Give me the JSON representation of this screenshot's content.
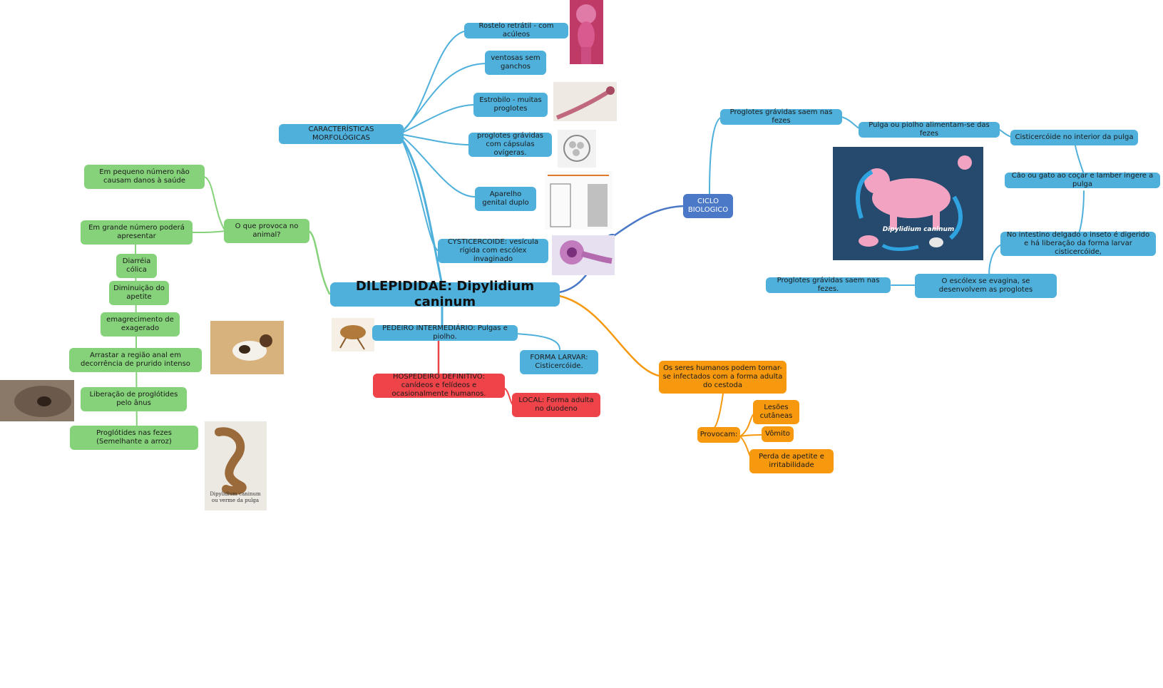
{
  "colors": {
    "blue": "#4fb0db",
    "green": "#86d27a",
    "orange": "#f6990f",
    "red": "#ee4449",
    "dark_blue": "#4b79c8"
  },
  "central": {
    "label": "DILEPIDIDAE: Dipylidium caninum"
  },
  "morph": {
    "label": "CARACTERÍSTICAS MORFOLÓGICAS",
    "items": [
      "Rostelo retrátil - com acúleos",
      "ventosas sem ganchos",
      "Estrobilo - muitas proglotes",
      "proglotes grávidas com cápsulas ovígeras.",
      "Aparelho genital duplo",
      "CYSTICERCOIDE: vesícula rígida com escólex invaginado"
    ]
  },
  "effects": {
    "question": "O que provoca no animal?",
    "few": "Em pequeno número não causam danos à saúde",
    "many": "Em grande número poderá apresentar",
    "symptoms": [
      "Diarréia cólica",
      "Diminuição do apetite",
      "emagrecimento de exagerado",
      "Arrastar a região anal em decorrência de prurido intenso",
      "Liberação de proglótides pelo ânus",
      "Proglótides nas fezes (Semelhante a arroz)"
    ],
    "photo_caption_1": "Dipylidium caninum",
    "photo_caption_2": "ou verme da pulga"
  },
  "hosts": {
    "intermediate": "PEDEIRO INTERMEDIÁRIO: Pulgas e piolho.",
    "larval": "FORMA LARVAR: Cisticercóide.",
    "definitive": "HOSPEDEIRO DEFINITIVO: canídeos e felídeos e ocasionalmente humanos.",
    "local": "LOCAL: Forma adulta no duodeno"
  },
  "humans": {
    "label": "Os seres humanos podem tornar-se infectados com a forma adulta do cestoda",
    "provocam": "Provocam:",
    "effects": [
      "Lesões cutâneas",
      "Vômito",
      "Perda de apetite e irritabilidade"
    ]
  },
  "cycle": {
    "label": "CICLO BIOLOGICO",
    "steps": [
      "Proglotes grávidas saem nas fezes",
      "Pulga ou piolho alimentam-se das fezes",
      "Cisticercóide no interior da pulga",
      "Cão ou gato ao coçar e lamber ingere a pulga",
      "No intestino delgado o inseto é digerido e há liberação da forma larvar cisticercóide,",
      "O escólex se evagina, se desenvolvem as proglotes",
      "Proglotes grávidas saem nas fezes."
    ],
    "diagram_label": "Dipylidium caninum"
  }
}
